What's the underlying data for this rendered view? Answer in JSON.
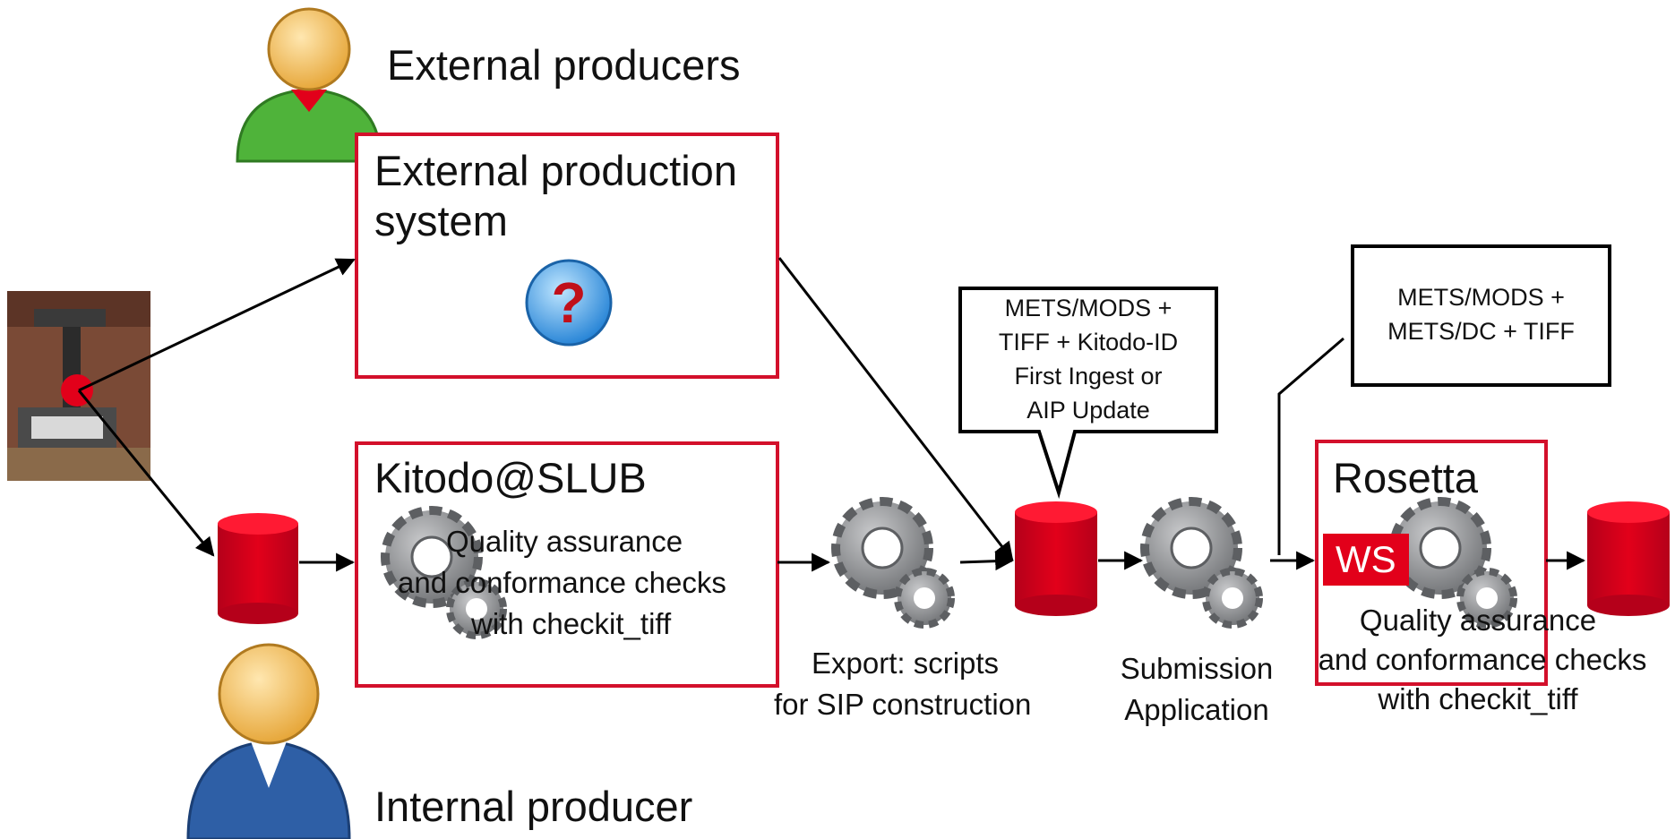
{
  "producers": {
    "external_title": "External producers",
    "internal_title": "Internal producer"
  },
  "external_system": {
    "title_line1": "External production",
    "title_line2": "system"
  },
  "kitodo": {
    "title": "Kitodo@SLUB",
    "qa_line1": "Quality assurance",
    "qa_line2": "and conformance checks",
    "qa_line3": "with checkit_tiff"
  },
  "export": {
    "line1": "Export: scripts",
    "line2": "for SIP construction"
  },
  "callout_kitodo": {
    "line1": "METS/MODS +",
    "line2": "TIFF + Kitodo-ID",
    "line3": "First Ingest or",
    "line4": "AIP Update"
  },
  "submission": {
    "line1": "Submission",
    "line2": "Application"
  },
  "callout_rosetta": {
    "line1": "METS/MODS +",
    "line2": "METS/DC + TIFF"
  },
  "rosetta": {
    "title": "Rosetta",
    "badge": "WS",
    "qa_line1": "Quality assurance",
    "qa_line2": "and conformance checks",
    "qa_line3": "with checkit_tiff"
  },
  "colors": {
    "accent_red": "#e2001a",
    "border_red": "#d3102b",
    "gear_gray": "#8c8e91",
    "external_person": "#4fb33a",
    "internal_person": "#2e5fa6",
    "question_icon": "#2f8fdc"
  }
}
